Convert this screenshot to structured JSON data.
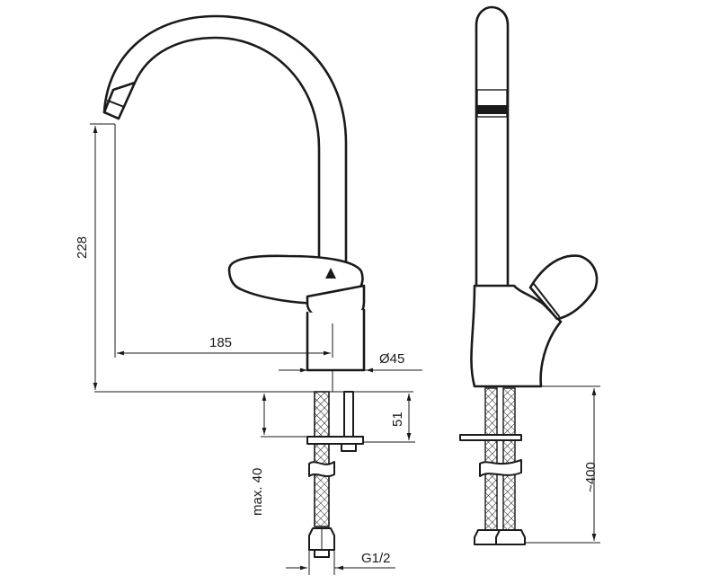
{
  "drawing": {
    "dimensions": {
      "spout_height": "228",
      "spout_reach": "185",
      "body_diameter": "Ø45",
      "mount_thread_length": "51",
      "max_deck_thickness": "max. 40",
      "connection_thread": "G1/2",
      "hose_length": "~400"
    }
  }
}
